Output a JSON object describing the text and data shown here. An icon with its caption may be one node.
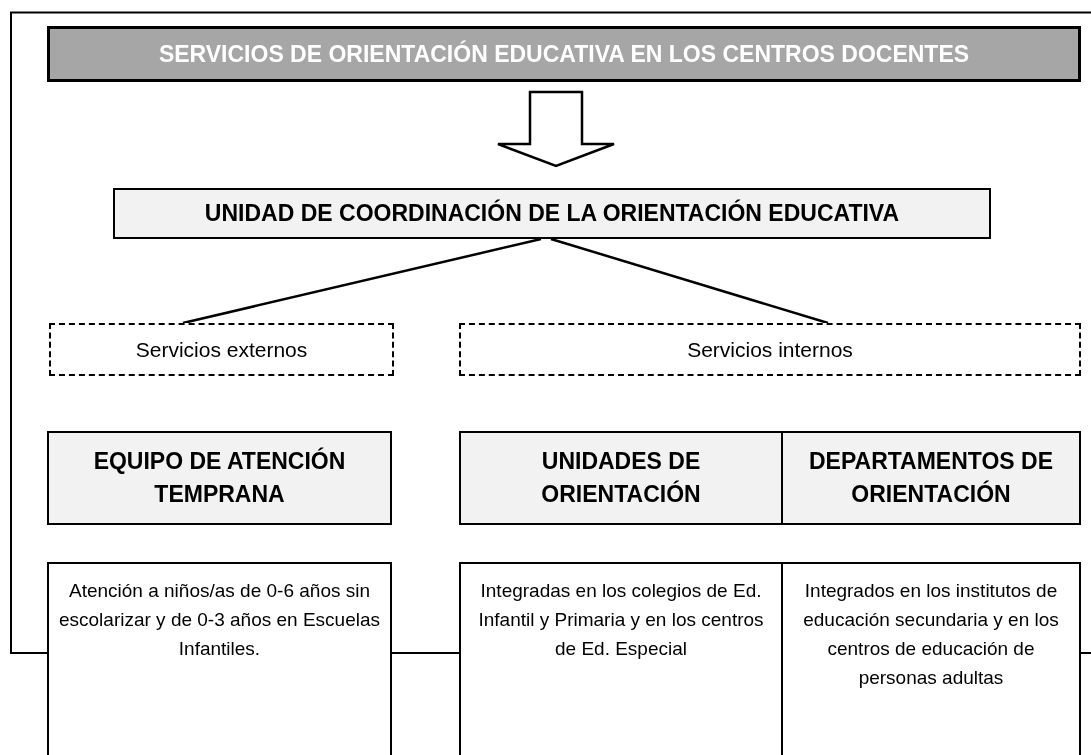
{
  "diagram": {
    "nodes": [
      {
        "text": [
          "SERVICIOS DE ORIENTACIÓN EDUCATIVA EN LOS CENTROS DOCENTES"
        ]
      },
      {
        "text": [
          "UNIDAD DE COORDINACIÓN DE LA ORIENTACIÓN EDUCATIVA"
        ]
      },
      {
        "text": [
          "Servicios externos"
        ]
      },
      {
        "text": [
          "Servicios internos"
        ]
      },
      {
        "text": [
          "EQUIPO DE ATENCIÓN TEMPRANA"
        ]
      },
      {
        "text": [
          "UNIDADES DE ORIENTACIÓN"
        ]
      },
      {
        "text": [
          "DEPARTAMENTOS DE ORIENTACIÓN"
        ]
      },
      {
        "text": [
          "Atención a niños/as de 0-6 años sin escolarizar y de 0-3 años en Escuelas Infantiles."
        ]
      },
      {
        "text": [
          "Integradas en los colegios de Ed. Infantil y Primaria y en los centros de Ed. Especial"
        ]
      },
      {
        "text": [
          "Integrados en los institutos de educación secundaria y en los centros de educación de personas adultas"
        ]
      }
    ],
    "edges": [
      {
        "from": 0,
        "to": 1,
        "arrow": "to"
      },
      {
        "from": 1,
        "to": 2,
        "arrow": "none"
      },
      {
        "from": 1,
        "to": 3,
        "arrow": "none"
      }
    ]
  }
}
